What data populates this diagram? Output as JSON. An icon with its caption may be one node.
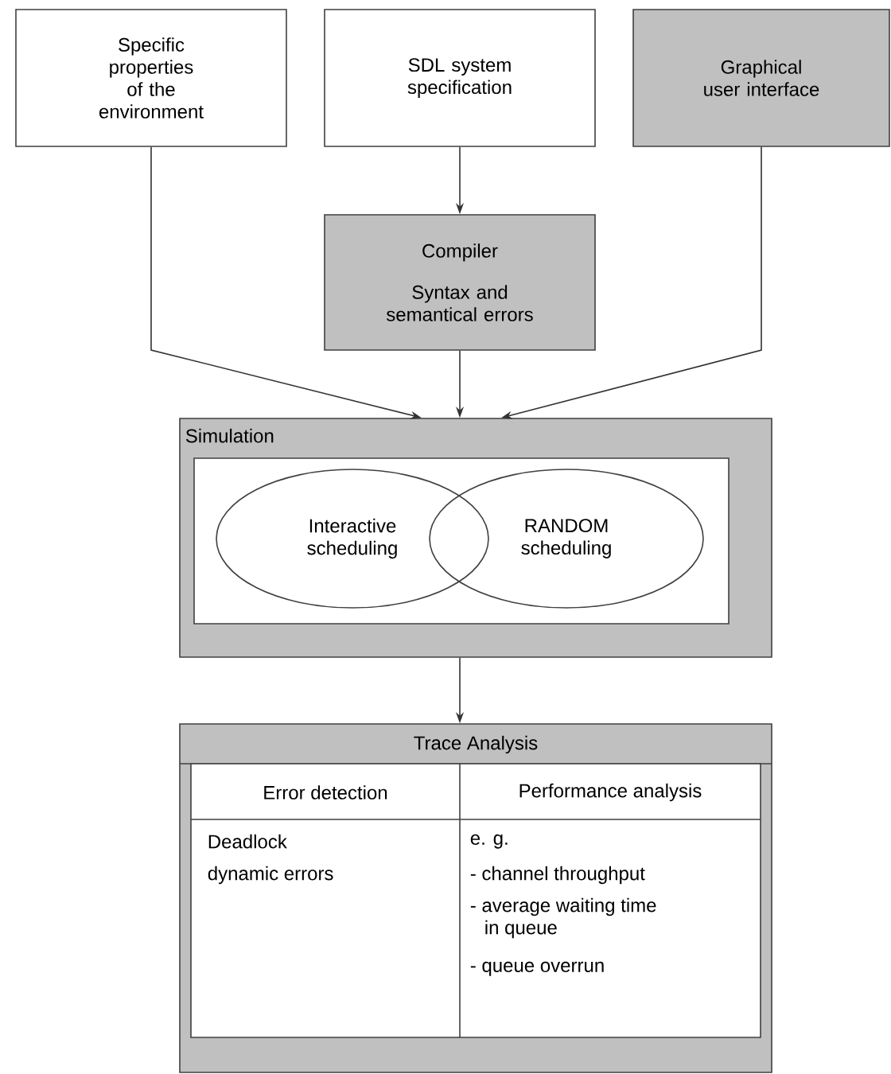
{
  "diagram": {
    "nodes": [
      {
        "text": [
          "Specific properties of the environment"
        ]
      },
      {
        "text": [
          "SDL system specification"
        ]
      },
      {
        "text": [
          "Graphical user interface"
        ]
      },
      {
        "text": [
          "Compiler",
          "Syntax and semantical errors"
        ]
      },
      {
        "text": [
          "Simulation"
        ]
      },
      {
        "text": [],
        "shape": "box",
        "in": 4
      },
      {
        "text": [
          "Interactive scheduling"
        ],
        "in": 5
      },
      {
        "text": [
          "RANDOM scheduling"
        ],
        "in": 5
      },
      {
        "text": [
          "Trace Analysis"
        ]
      }
    ],
    "edges": [
      {
        "from": 0,
        "to": 4,
        "arrow": "to"
      },
      {
        "from": 1,
        "to": 3,
        "arrow": "to"
      },
      {
        "from": 2,
        "to": 4,
        "arrow": "to"
      },
      {
        "from": 3,
        "to": 4,
        "arrow": "to"
      },
      {
        "from": 4,
        "to": 8,
        "arrow": "to"
      }
    ],
    "labels": [
      "Error detection",
      "Performance analysis",
      "Deadlock",
      "dynamic errors",
      "e. g.",
      "- channel throughput",
      "- average waiting time in queue",
      "- queue overrun"
    ]
  }
}
